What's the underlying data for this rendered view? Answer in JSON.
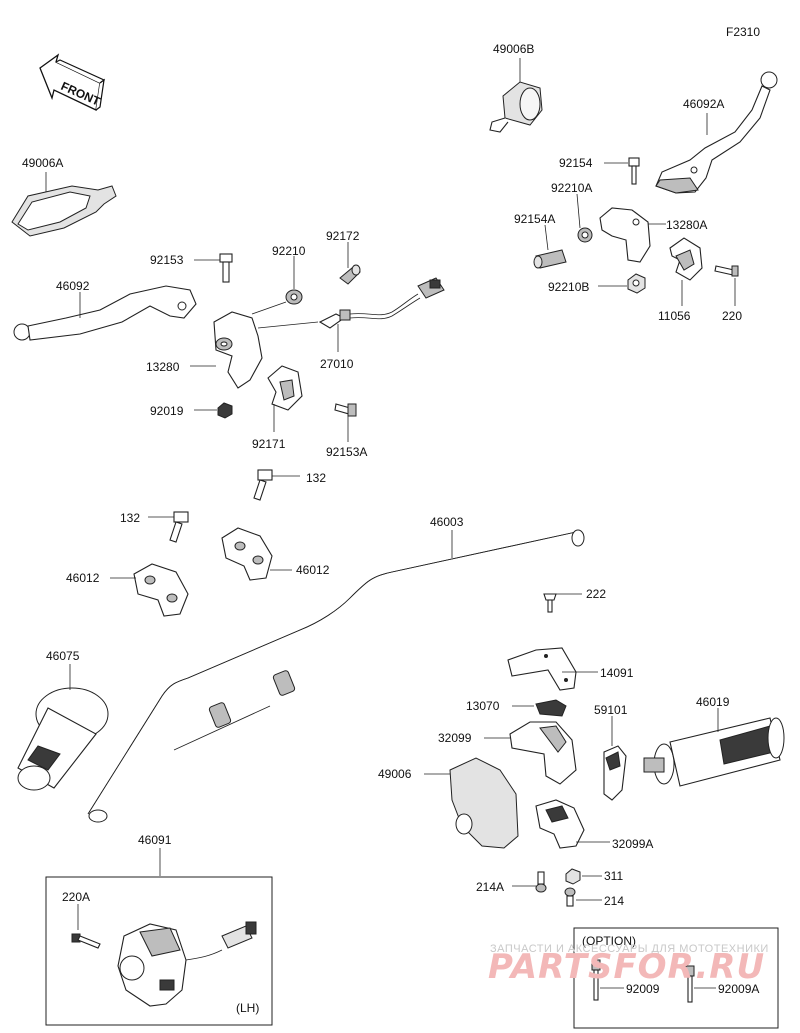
{
  "diagram_id": "F2310",
  "front_label": "FRONT",
  "parts": {
    "p49006B": "49006B",
    "p46092A": "46092A",
    "p92154": "92154",
    "p92210A": "92210A",
    "p13280A": "13280A",
    "p92154A": "92154A",
    "p92210B": "92210B",
    "p11056": "11056",
    "p220": "220",
    "p49006A": "49006A",
    "p92172": "92172",
    "p92153": "92153",
    "p92210": "92210",
    "p46092": "46092",
    "p27010": "27010",
    "p13280": "13280",
    "p92019": "92019",
    "p92171": "92171",
    "p92153A": "92153A",
    "p132a": "132",
    "p132b": "132",
    "p46012a": "46012",
    "p46012b": "46012",
    "p46003": "46003",
    "p222": "222",
    "p46075": "46075",
    "p14091": "14091",
    "p13070": "13070",
    "p59101": "59101",
    "p46019": "46019",
    "p32099": "32099",
    "p49006": "49006",
    "p32099A": "32099A",
    "p214A": "214A",
    "p311": "311",
    "p214": "214",
    "p46091": "46091",
    "p220A": "220A",
    "p92009": "92009",
    "p92009A": "92009A"
  },
  "inset_lh_label": "(LH)",
  "option_label": "(OPTION)",
  "watermark_text": "ЗАПЧАСТИ И АКСЕССУАРЫ ДЛЯ МОТОТЕХНИКИ",
  "watermark_logo": "PARTSFOR.RU"
}
